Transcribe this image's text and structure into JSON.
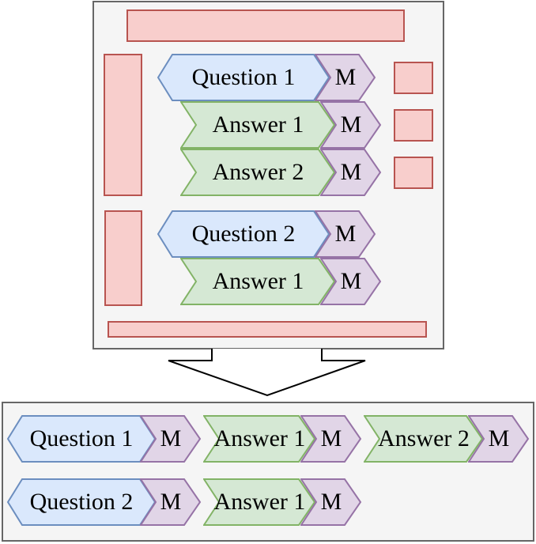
{
  "palette": {
    "question_fill": "#dae8fc",
    "question_stroke": "#6c8ebf",
    "answer_fill": "#d5e8d4",
    "answer_stroke": "#82b366",
    "marker_fill": "#e1d5e7",
    "marker_stroke": "#9673a6",
    "redacted_fill": "#f8cecc",
    "redacted_stroke": "#b85450",
    "panel_fill": "#f5f5f5",
    "panel_stroke": "#666666"
  },
  "top_box": {
    "groups": [
      {
        "question": {
          "label": "Question 1",
          "marker": "M"
        },
        "answers": [
          {
            "label": "Answer 1",
            "marker": "M"
          },
          {
            "label": "Answer 2",
            "marker": "M"
          }
        ]
      },
      {
        "question": {
          "label": "Question 2",
          "marker": "M"
        },
        "answers": [
          {
            "label": "Answer 1",
            "marker": "M"
          }
        ]
      }
    ]
  },
  "bottom_box": {
    "rows": [
      {
        "items": [
          {
            "kind": "question",
            "label": "Question 1"
          },
          {
            "kind": "marker",
            "label": "M"
          },
          {
            "kind": "answer",
            "label": "Answer 1"
          },
          {
            "kind": "marker",
            "label": "M"
          },
          {
            "kind": "answer",
            "label": "Answer 2"
          },
          {
            "kind": "marker",
            "label": "M"
          }
        ]
      },
      {
        "items": [
          {
            "kind": "question",
            "label": "Question 2"
          },
          {
            "kind": "marker",
            "label": "M"
          },
          {
            "kind": "answer",
            "label": "Answer 1"
          },
          {
            "kind": "marker",
            "label": "M"
          }
        ]
      }
    ]
  }
}
